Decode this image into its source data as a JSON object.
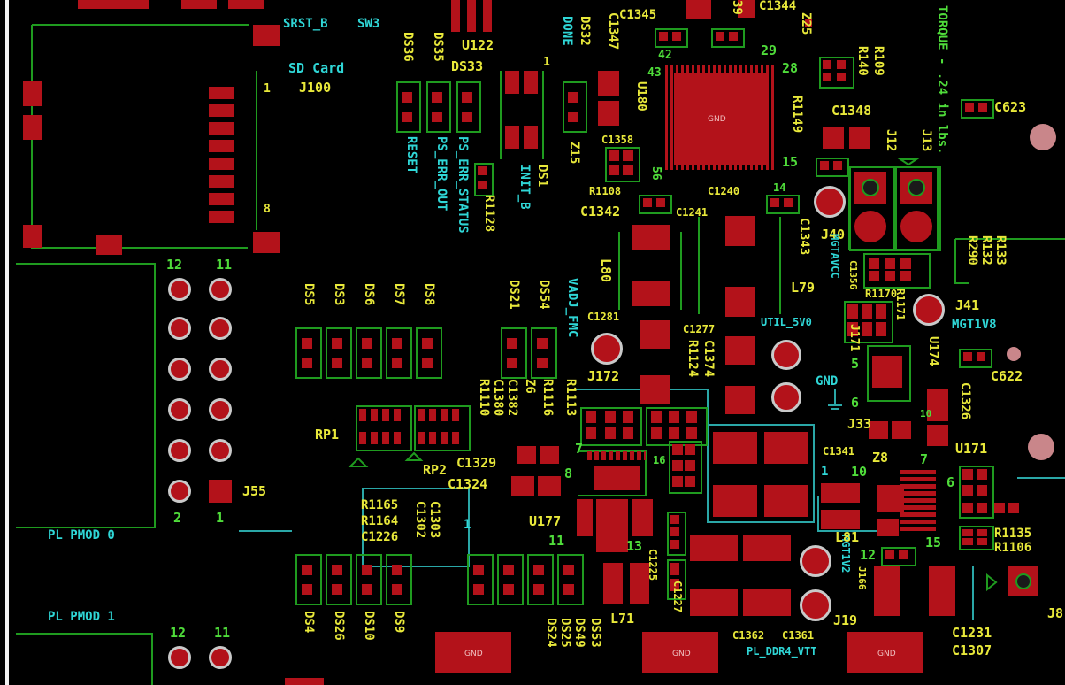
{
  "view": "pcb-layout",
  "colors": {
    "background": "#000000",
    "copper": "#b3121a",
    "outline": "#1f9b1f",
    "silk_yellow": "#e8e83a",
    "silk_cyan": "#2fd6d6",
    "silk_green": "#4fdc3a"
  },
  "labels": {
    "srst": "SRST_B",
    "sw3": "SW3",
    "sd_card": "SD Card",
    "j100": "J100",
    "pin1_sd": "1",
    "pin8_sd": "8",
    "ds36": "DS36",
    "ds35": "DS35",
    "ds33": "DS33",
    "u122": "U122",
    "done": "DONE",
    "ds32": "DS32",
    "c1345": "C1345",
    "c1347": "C1347",
    "n39": "39",
    "c1344": "C1344",
    "z25": "Z25",
    "torque": "TORQUE - .24 in lbs.",
    "r109": "R109",
    "r140": "R140",
    "r1149": "R1149",
    "c623": "C623",
    "c1348": "C1348",
    "j12": "J12",
    "j13": "J13",
    "reset": "RESET",
    "ps_err_out": "PS_ERR_OUT",
    "ps_err_status": "PS_ERR_STATUS",
    "r1128": "R1128",
    "init_b": "INIT_B",
    "ds1": "DS1",
    "z15": "Z15",
    "u180": "U180",
    "c1358": "C1358",
    "n42": "42",
    "n43": "43",
    "n29": "29",
    "n28": "28",
    "n15": "15",
    "n14": "14",
    "n56": "56",
    "n1a": "1",
    "gnd": "GND",
    "r1108": "R1108",
    "c1342": "C1342",
    "c1240": "C1240",
    "c1241": "C1241",
    "c1343": "C1343",
    "j40": "J40",
    "l79": "L79",
    "mgtavcc": "MGTAVCC",
    "c1356": "C1356",
    "r1170": "R1170",
    "r1171": "R1171",
    "r133": "R133",
    "r132": "R132",
    "r290": "R290",
    "j41": "J41",
    "mgt1v8": "MGT1V8",
    "n12a": "12",
    "n11a": "11",
    "ds5": "DS5",
    "ds3": "DS3",
    "ds6": "DS6",
    "ds7": "DS7",
    "ds8": "DS8",
    "ds21": "DS21",
    "ds54": "DS54",
    "vadj_fmc": "VADJ_FMC",
    "l80": "L80",
    "c1281": "C1281",
    "util_5v0": "UTIL_5V0",
    "c1277": "C1277",
    "c1374": "C1374",
    "r1124": "R1124",
    "j171": "J171",
    "j172": "J172",
    "u174": "U174",
    "c622": "C622",
    "n5": "5",
    "n6": "6",
    "gnd_label": "GND",
    "j33": "J33",
    "n10": "10",
    "c1326": "C1326",
    "rp1": "RP1",
    "rp2": "RP2",
    "c1382": "C1382",
    "r1110": "R1110",
    "c1380": "C1380",
    "z6": "Z6",
    "r1116": "R1116",
    "r1113": "R1113",
    "c1329": "C1329",
    "c1324": "C1324",
    "n7": "7",
    "n8": "8",
    "n16": "16",
    "c1341": "C1341",
    "z8": "Z8",
    "u171": "U171",
    "n1b": "1",
    "n10b": "10",
    "n7b": "7",
    "n6b": "6",
    "j55": "J55",
    "n2": "2",
    "n1c": "1",
    "pl_pmod0": "PL PMOD 0",
    "r1165": "R1165",
    "r1164": "R1164",
    "c1226": "C1226",
    "c1303": "C1303",
    "c1302": "C1302",
    "n1d": "1",
    "u177": "U177",
    "n11b": "11",
    "n13": "13",
    "c1225": "C1225",
    "c1227": "C1227",
    "mgt1v2": "MGT1V2",
    "l81": "L81",
    "n12b": "12",
    "j166": "J166",
    "n15b": "15",
    "r1135": "R1135",
    "r1106": "R1106",
    "l71": "L71",
    "j19": "J19",
    "pl_pmod1": "PL PMOD 1",
    "n12c": "12",
    "n11c": "11",
    "ds4": "DS4",
    "ds26": "DS26",
    "ds10": "DS10",
    "ds9": "DS9",
    "ds53": "DS53",
    "ds49": "DS49",
    "ds25": "DS25",
    "ds24": "DS24",
    "c1362": "C1362",
    "c1361": "C1361",
    "pl_ddr4_vtt": "PL_DDR4_VTT",
    "c1231": "C1231",
    "c1307": "C1307",
    "j8": "J8"
  },
  "pad_text": {
    "gnd": "GND"
  }
}
